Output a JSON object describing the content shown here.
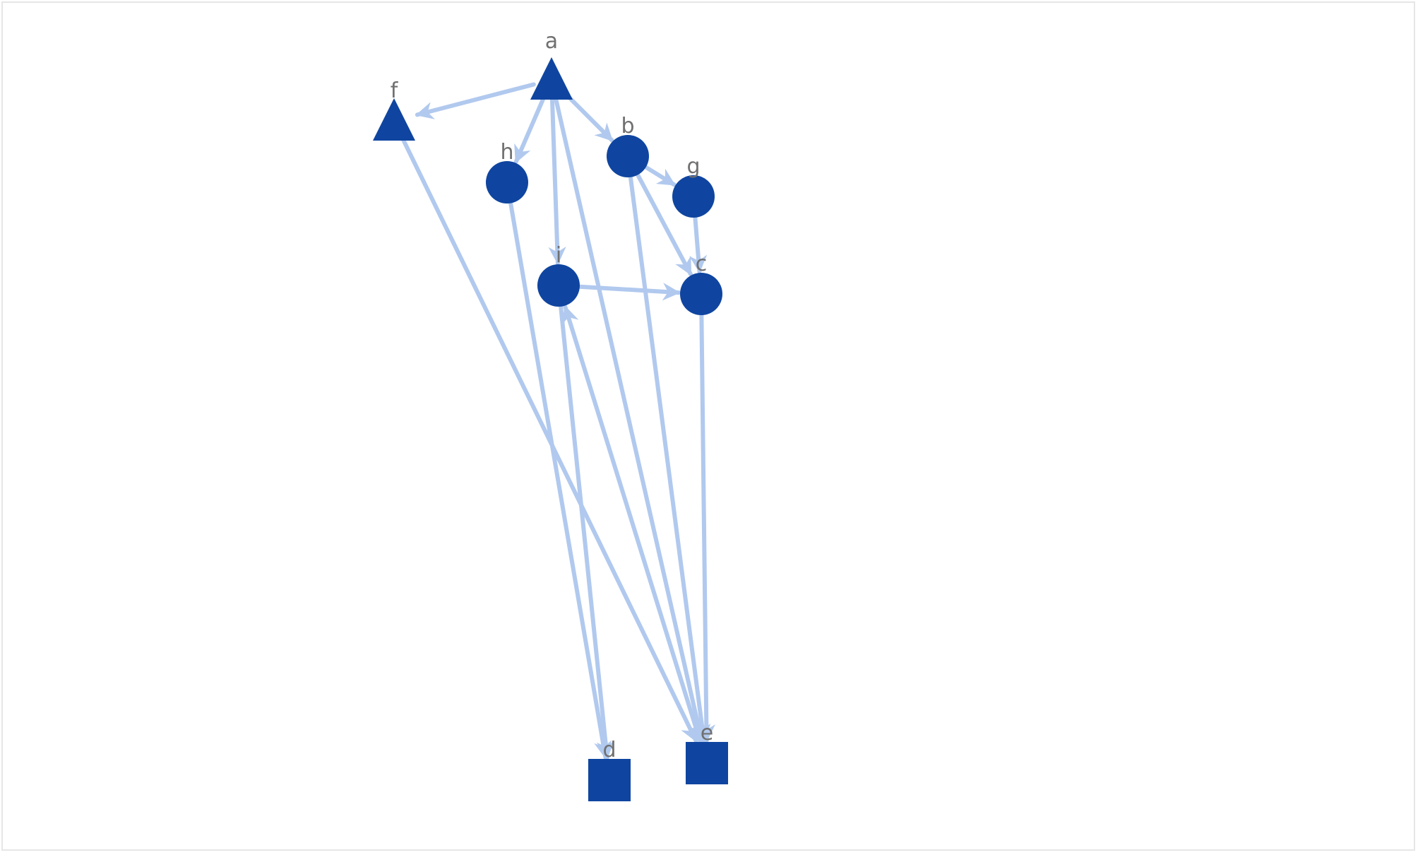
{
  "graph": {
    "colors": {
      "node": "#0f45a0",
      "edge": "#b1c9ee",
      "label": "#707070",
      "frame": "#e6e6e6"
    },
    "nodes": [
      {
        "id": "a",
        "label": "a",
        "shape": "triangle"
      },
      {
        "id": "b",
        "label": "b",
        "shape": "circle"
      },
      {
        "id": "c",
        "label": "c",
        "shape": "circle"
      },
      {
        "id": "d",
        "label": "d",
        "shape": "square"
      },
      {
        "id": "e",
        "label": "e",
        "shape": "square"
      },
      {
        "id": "f",
        "label": "f",
        "shape": "triangle"
      },
      {
        "id": "g",
        "label": "g",
        "shape": "circle"
      },
      {
        "id": "h",
        "label": "h",
        "shape": "circle"
      },
      {
        "id": "i",
        "label": "i",
        "shape": "circle"
      }
    ],
    "edges": [
      {
        "from": "a",
        "to": "f"
      },
      {
        "from": "a",
        "to": "h"
      },
      {
        "from": "a",
        "to": "b"
      },
      {
        "from": "a",
        "to": "i"
      },
      {
        "from": "a",
        "to": "e"
      },
      {
        "from": "b",
        "to": "g"
      },
      {
        "from": "b",
        "to": "c"
      },
      {
        "from": "b",
        "to": "e"
      },
      {
        "from": "g",
        "to": "c"
      },
      {
        "from": "i",
        "to": "c"
      },
      {
        "from": "i",
        "to": "d"
      },
      {
        "from": "h",
        "to": "d"
      },
      {
        "from": "f",
        "to": "e"
      },
      {
        "from": "c",
        "to": "e"
      },
      {
        "from": "e",
        "to": "i"
      }
    ]
  }
}
